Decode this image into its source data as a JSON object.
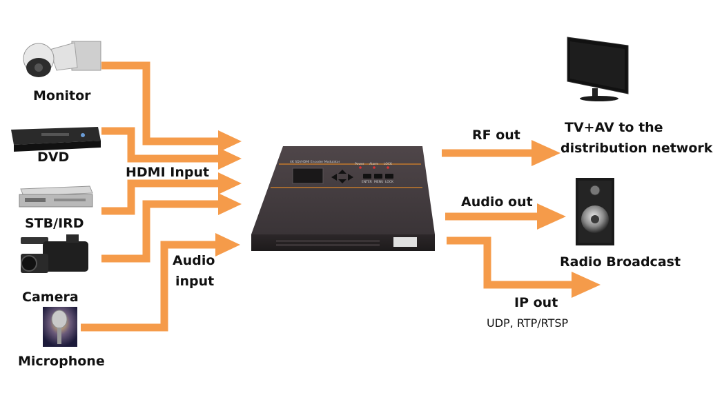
{
  "colors": {
    "wire": "#F59B4A",
    "device_body": "#3b3538",
    "device_top": "#4a4346",
    "device_accent": "#c47a2c"
  },
  "sources": {
    "monitor": "Monitor",
    "dvd": "DVD",
    "stb": "STB/IRD",
    "camera": "Camera",
    "microphone": "Microphone"
  },
  "inputs": {
    "hdmi": "HDMI Input",
    "audio_line1": "Audio",
    "audio_line2": "input"
  },
  "device": {
    "model": "4K SDI/HDMI Encoder Modulator",
    "btn_power": "Power",
    "btn_alarm": "Alarm",
    "btn_lock": "LOCK",
    "btn_enter": "ENTER",
    "btn_menu": "MENU",
    "btn_lock2": "LOCK"
  },
  "outputs": {
    "rf": "RF out",
    "tv_line1": "TV+AV to the",
    "tv_line2": "distribution network",
    "audio": "Audio out",
    "radio": "Radio Broadcast",
    "ip": "IP out",
    "ip_protocols": "UDP, RTP/RTSP"
  }
}
